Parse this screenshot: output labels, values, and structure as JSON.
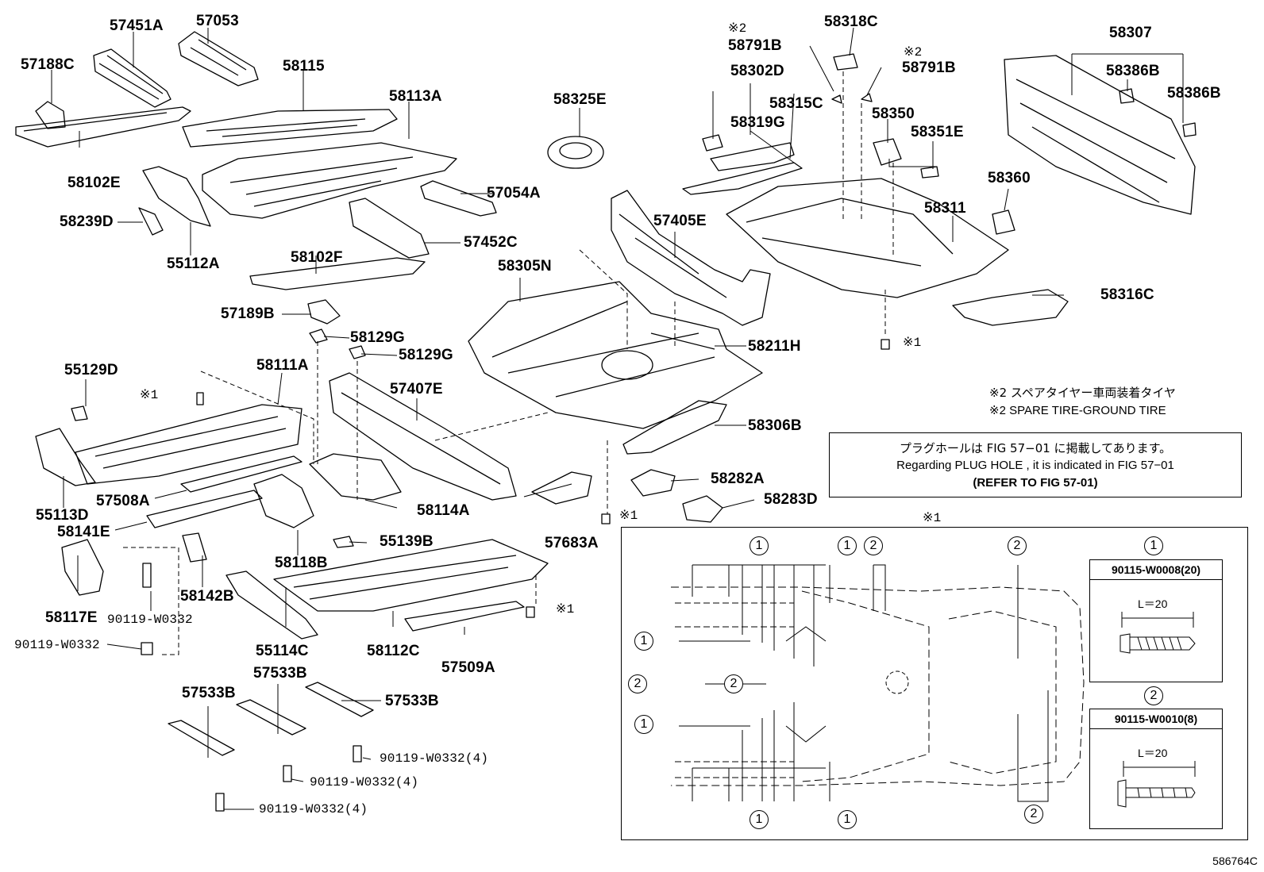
{
  "diagram": {
    "part_labels": [
      "57451A",
      "57053",
      "57188C",
      "58115",
      "58113A",
      "58102E",
      "58239D",
      "55112A",
      "57054A",
      "58102F",
      "57452C",
      "57189B",
      "58129G",
      "58129G",
      "58325E",
      "58305N",
      "57405E",
      "58211H",
      "58791B",
      "58318C",
      "58791B",
      "58302D",
      "58315C",
      "58319G",
      "58350",
      "58351E",
      "58307",
      "58386B",
      "58386B",
      "58360",
      "58311",
      "58316C",
      "55129D",
      "58111A",
      "57407E",
      "58306B",
      "55113D",
      "57508A",
      "58114A",
      "58141E",
      "58118B",
      "55139B",
      "57683A",
      "58282A",
      "58283D",
      "58117E",
      "58142B",
      "90119-W0332",
      "90119-W0332",
      "55114C",
      "58112C",
      "57509A",
      "57533B",
      "57533B",
      "57533B",
      "90119-W0332(4)",
      "90119-W0332(4)",
      "90119-W0332(4)"
    ],
    "ref_marks": [
      "※1",
      "※1",
      "※1",
      "※1",
      "※1",
      "※2",
      "※2"
    ],
    "legend_jp": "※2 スペアタイヤー車両装着タイヤ",
    "legend_en": "※2 SPARE TIRE-GROUND TIRE",
    "note_jp": "プラグホールは FIG 57−01 に掲載してあります。",
    "note_en": "Regarding  PLUG  HOLE , it is indicated in FIG  57−01",
    "note_ref": "(REFER TO FIG 57-01)",
    "inset_title": "※1",
    "circle_1": "1",
    "circle_2": "2",
    "spec_1_head": "90115-W0008(20)",
    "spec_1_len": "L＝20",
    "spec_2_head": "90115-W0010(8)",
    "spec_2_len": "L＝20",
    "figure_id": "586764C"
  }
}
